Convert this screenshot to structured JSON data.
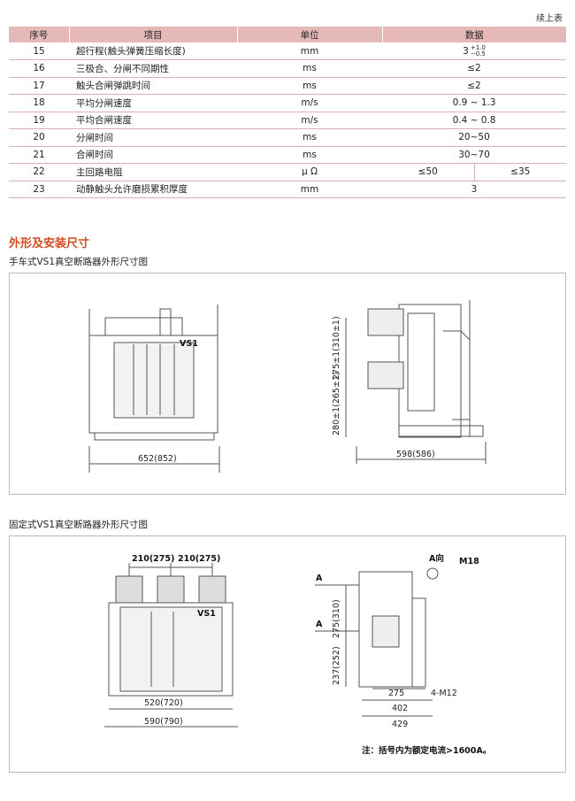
{
  "continued": "续上表",
  "table": {
    "headers": [
      "序号",
      "项目",
      "单位",
      "数据"
    ],
    "rows": [
      {
        "no": "15",
        "item": "超行程(触头弹簧压缩长度)",
        "unit": "mm",
        "value": "3",
        "tol_up": "+1.0",
        "tol_down": "−0.5"
      },
      {
        "no": "16",
        "item": "三极合、分闸不同期性",
        "unit": "ms",
        "value": "≤2"
      },
      {
        "no": "17",
        "item": "触头合闸弹跳时间",
        "unit": "ms",
        "value": "≤2"
      },
      {
        "no": "18",
        "item": "平均分闸速度",
        "unit": "m/s",
        "value": "0.9 ~ 1.3"
      },
      {
        "no": "19",
        "item": "平均合闸速度",
        "unit": "m/s",
        "value": "0.4 ~ 0.8"
      },
      {
        "no": "20",
        "item": "分闸时间",
        "unit": "ms",
        "value": "20~50"
      },
      {
        "no": "21",
        "item": "合闸时间",
        "unit": "ms",
        "value": "30~70"
      },
      {
        "no": "22",
        "item": "主回路电阻",
        "unit": "μ Ω",
        "value_a": "≤50",
        "value_b": "≤35"
      },
      {
        "no": "23",
        "item": "动静触头允许磨损累积厚度",
        "unit": "mm",
        "value": "3"
      }
    ]
  },
  "section_title": "外形及安装尺寸",
  "handcart": {
    "caption": "手车式VS1真空断路器外形尺寸图",
    "front_label": "VS1",
    "width_dim": "652(852)",
    "side_width_dim": "598(586)",
    "height_dim": "280±1(265±1)",
    "height_dim2": "275±1(310±1)"
  },
  "fixed": {
    "caption": "固定式VS1真空断路器外形尺寸图",
    "front_label": "VS1",
    "pitch_left": "210(275)",
    "pitch_right": "210(275)",
    "inner_width": "520(720)",
    "outer_width": "590(790)",
    "arrow_a": "A",
    "view_a": "A向",
    "bolt": "M18",
    "side_h1": "275(310)",
    "side_h2": "237(252)",
    "side_w1": "275",
    "side_w2": "402",
    "side_w3": "429",
    "holes": "4-M12",
    "note": "注：括号内为额定电流>1600A。"
  }
}
